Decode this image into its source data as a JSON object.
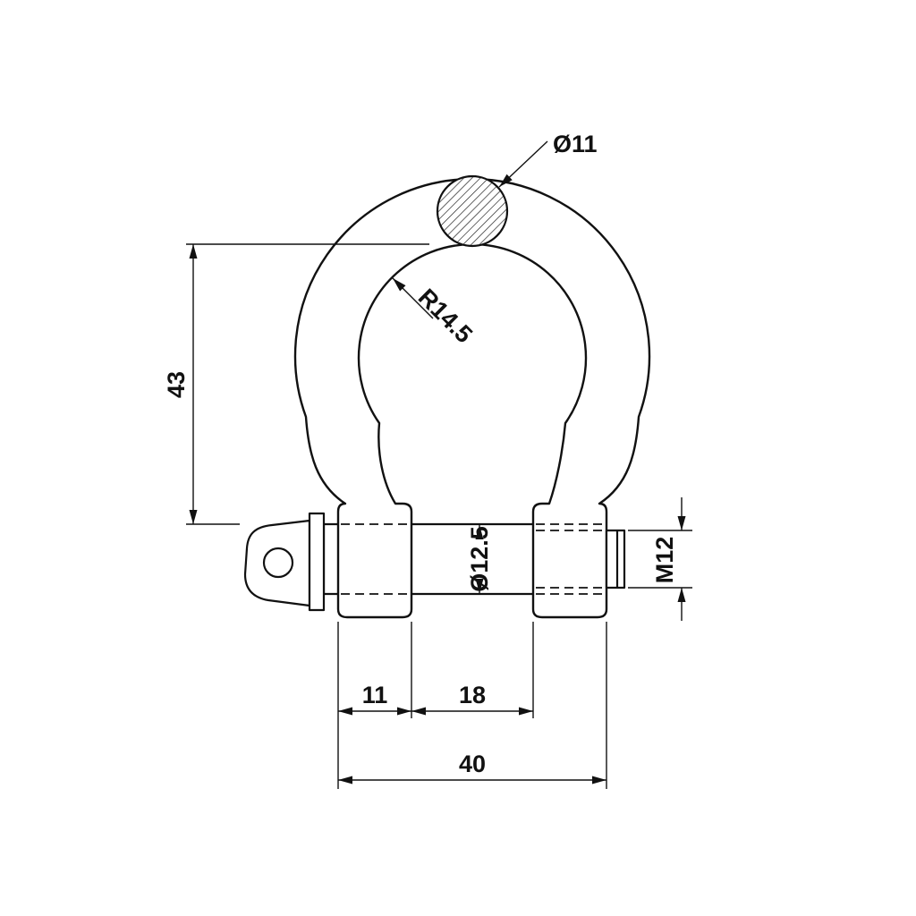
{
  "page": {
    "background": "#ffffff",
    "line_color": "#111111"
  },
  "drawing": {
    "labels": {
      "body_diameter": "Ø11",
      "inner_radius": "R14.5",
      "inner_height": "43",
      "pin_diameter": "Ø12.5",
      "thread_size": "M12",
      "ear_width": "11",
      "jaw_width": "18",
      "overall_width": "40"
    }
  }
}
